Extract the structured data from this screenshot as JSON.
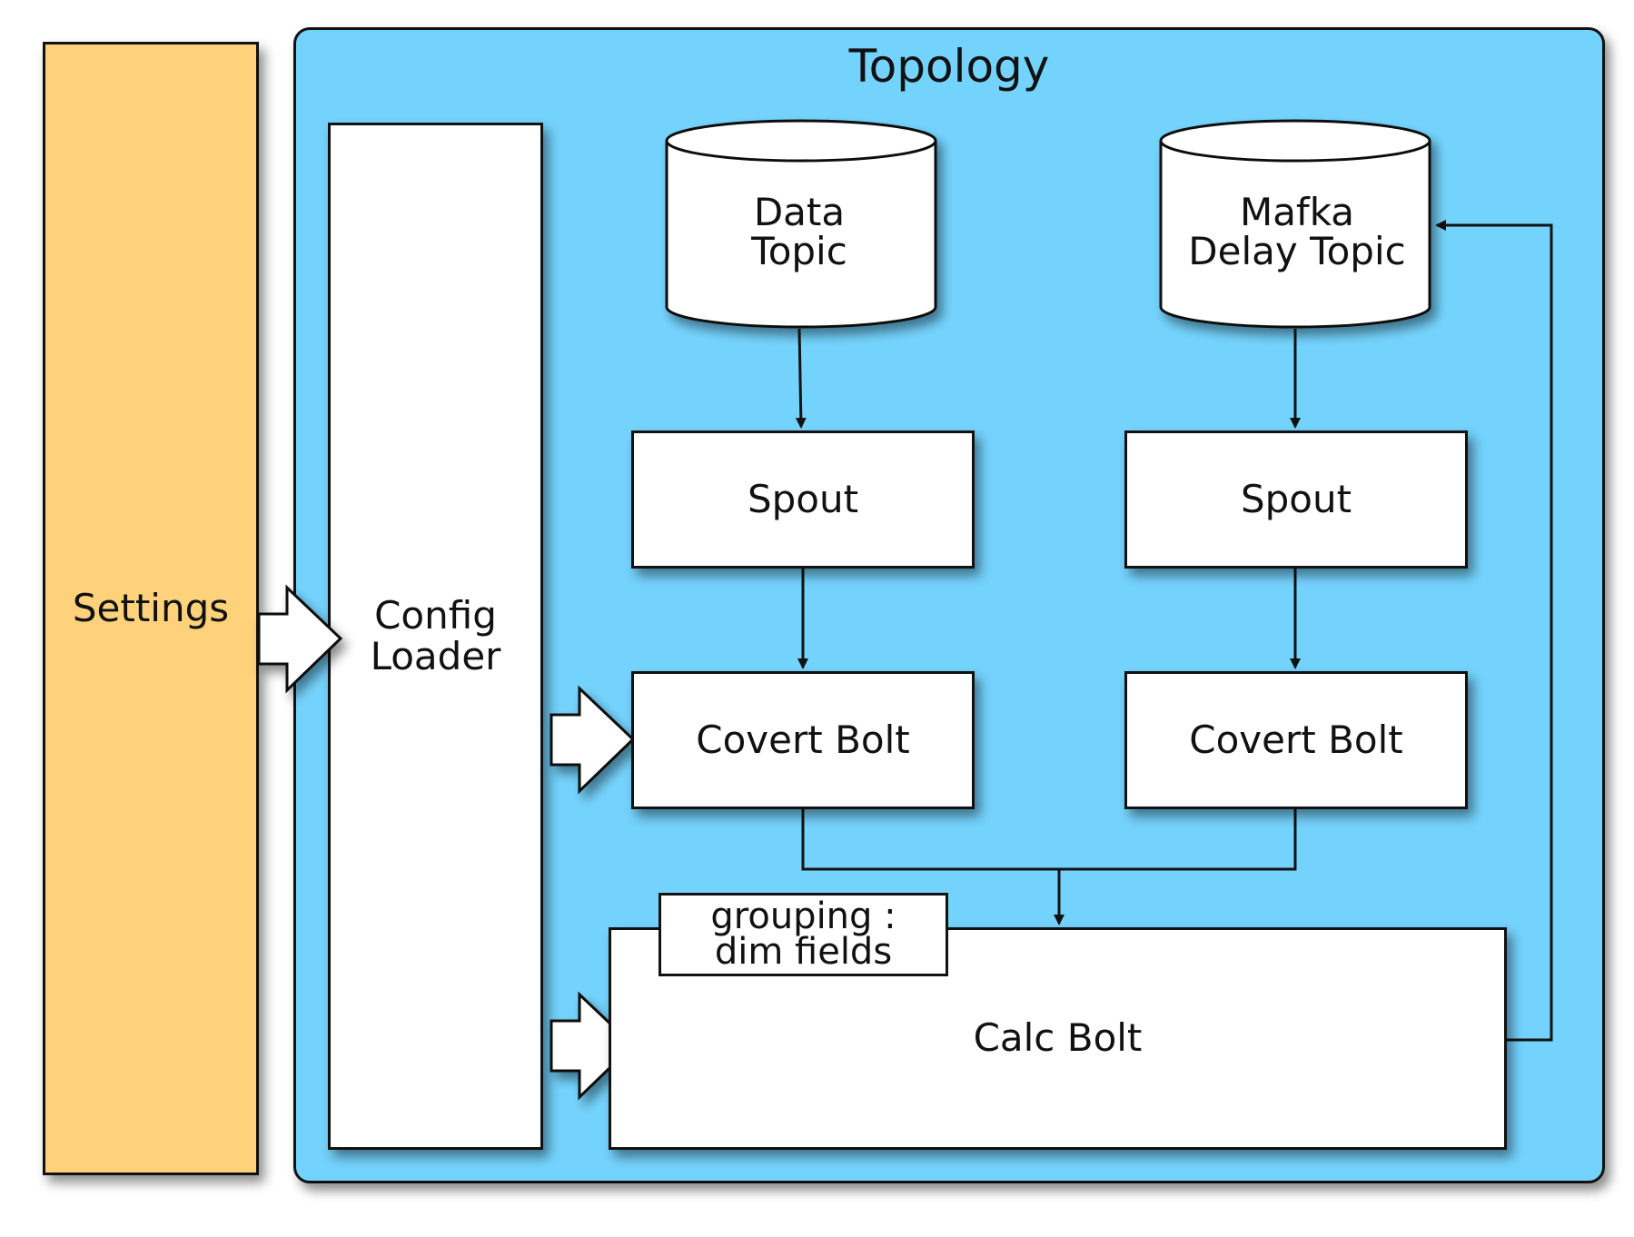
{
  "diagram": {
    "title": "Topology",
    "settings": "Settings",
    "config_loader": "Config\nLoader",
    "data_topic": "Data\nTopic",
    "delay_topic": "Mafka\nDelay Topic",
    "spout_left": "Spout",
    "spout_right": "Spout",
    "covert_left": "Covert Bolt",
    "covert_right": "Covert Bolt",
    "grouping": "grouping :\ndim fields",
    "calc_bolt": "Calc Bolt"
  },
  "colors": {
    "topology_fill": "#74d3fd",
    "settings_fill": "#fdd27a",
    "node_fill": "#ffffff",
    "stroke": "#111111"
  }
}
